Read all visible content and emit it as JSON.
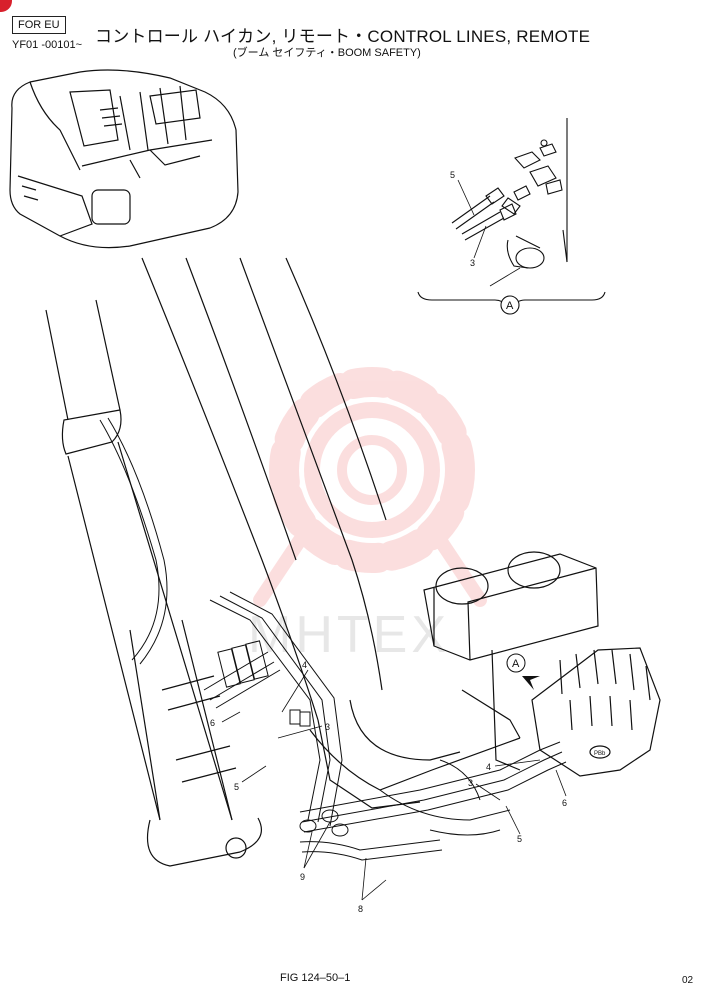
{
  "header": {
    "eu_label": "FOR EU",
    "serial_range": "YF01 -00101~",
    "title": "コントロール ハイカン, リモート・CONTROL LINES, REMOTE",
    "subtitle": "(ブーム セイフティ・BOOM SAFETY)"
  },
  "footer": {
    "figure_number": "FIG 124–50–1",
    "page_number": "02"
  },
  "detail": {
    "letter": "A"
  },
  "callouts": {
    "c5_detail": "5",
    "c3_detail": "3",
    "c4_main": "4",
    "c3_main": "3",
    "c6_main": "6",
    "c5_main": "5",
    "c4_right": "4",
    "c3_right": "3",
    "c6_right": "6",
    "c5_right": "5",
    "c9": "9",
    "c8": "8",
    "valve_tag": "PBb"
  },
  "watermark": {
    "text": "MHTEX",
    "color": "#e83a3a"
  }
}
